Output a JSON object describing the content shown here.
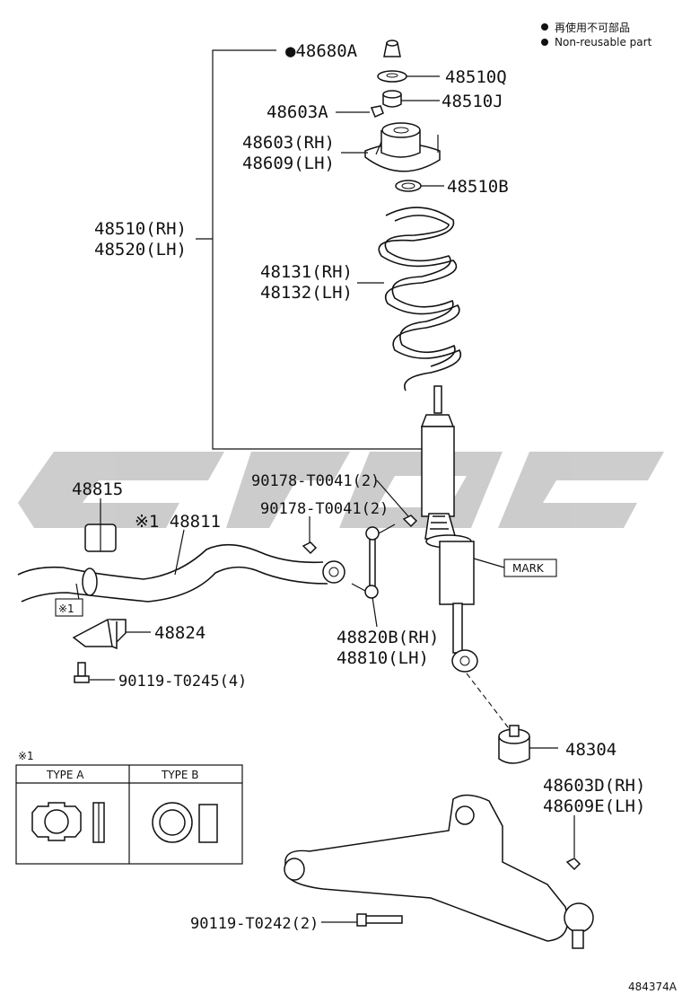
{
  "legend": {
    "jp_text": "再使用不可部品",
    "en_text": "Non-reusable part"
  },
  "watermark": {
    "text": "GLOC",
    "color": "#c8c8c8"
  },
  "labels": {
    "p48680A": "●48680A",
    "p48510Q": "48510Q",
    "p48510J": "48510J",
    "p48603A": "48603A",
    "p48603RH": "48603(RH)",
    "p48609LH": "48609(LH)",
    "p48510B": "48510B",
    "p48510RH": "48510(RH)",
    "p48520LH": "48520(LH)",
    "p48131RH": "48131(RH)",
    "p48132LH": "48132(LH)",
    "p48815": "48815",
    "p48811": "※1 48811",
    "p90178a": "90178-T0041(2)",
    "p90178b": "90178-T0041(2)",
    "mark": "MARK",
    "note1": "※1",
    "p48824": "48824",
    "p48820B": "48820B(RH)",
    "p48810": "48810(LH)",
    "p90119a": "90119-T0245(4)",
    "p48304": "48304",
    "p48603D": "48603D(RH)",
    "p48609E": "48609E(LH)",
    "p90119b": "90119-T0242(2)",
    "diagram_id": "484374A"
  },
  "type_table": {
    "ref": "※1",
    "col_a": "TYPE A",
    "col_b": "TYPE B"
  }
}
